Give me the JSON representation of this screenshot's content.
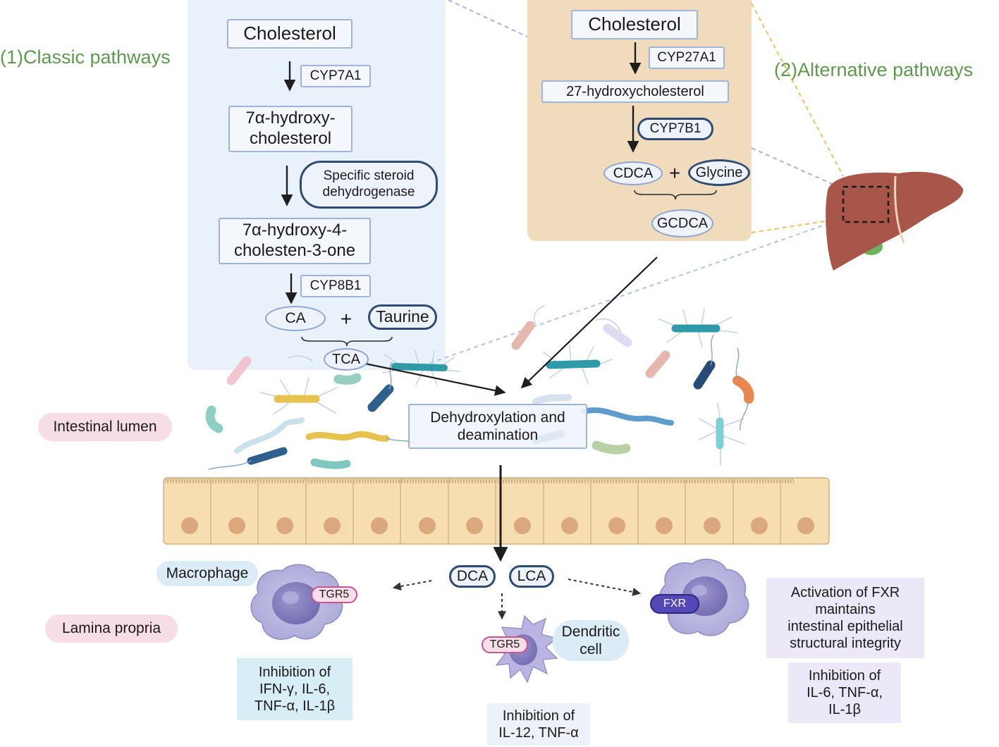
{
  "titles": {
    "classic": "(1)Classic pathways",
    "alternative": "(2)Alternative pathways"
  },
  "classic": {
    "cholesterol": "Cholesterol",
    "cyp7a1": "CYP7A1",
    "hydroxycholesterol": "7α-hydroxy-\ncholesterol",
    "steroid_dehydrogenase": "Specific steroid\ndehydrogenase",
    "cholestenone": "7α-hydroxy-4-\ncholesten-3-one",
    "cyp8b1": "CYP8B1",
    "ca": "CA",
    "plus": "+",
    "taurine": "Taurine",
    "tca": "TCA"
  },
  "alternative": {
    "cholesterol": "Cholesterol",
    "cyp27a1": "CYP27A1",
    "hydroxycholesterol27": "27-hydroxycholesterol",
    "cyp7b1": "CYP7B1",
    "cdca": "CDCA",
    "plus": "+",
    "glycine": "Glycine",
    "gcdca": "GCDCA"
  },
  "regions": {
    "intestinal_lumen": "Intestinal lumen",
    "lamina_propria": "Lamina propria"
  },
  "process": "Dehydroxylation and\ndeamination",
  "secondary": {
    "dca": "DCA",
    "lca": "LCA"
  },
  "macrophage": {
    "label": "Macrophage",
    "receptor": "TGR5",
    "effect": "Inhibition of\nIFN-γ, IL-6,\nTNF-α, IL-1β"
  },
  "dendritic": {
    "label": "Dendritic\ncell",
    "receptor": "TGR5",
    "effect": "Inhibition of\nIL-12, TNF-α"
  },
  "fxr_cell": {
    "receptor": "FXR",
    "activation": "Activation of FXR\nmaintains\nintestinal epithelial\nstructural integrity",
    "effect": "Inhibition of\nIL-6, TNF-α,\nIL-1β"
  },
  "colors": {
    "classic_panel": "#e9f1fb",
    "alternative_panel": "#f0dcbd",
    "title_green": "#5d9a4f",
    "epithelium": "#f7deb1",
    "nucleus": "#dba77e",
    "liver": "#a9564a",
    "lumen_badge": "#f7dde6",
    "effect_blue": "#d8eef6",
    "effect_purple": "#ece8f7"
  }
}
